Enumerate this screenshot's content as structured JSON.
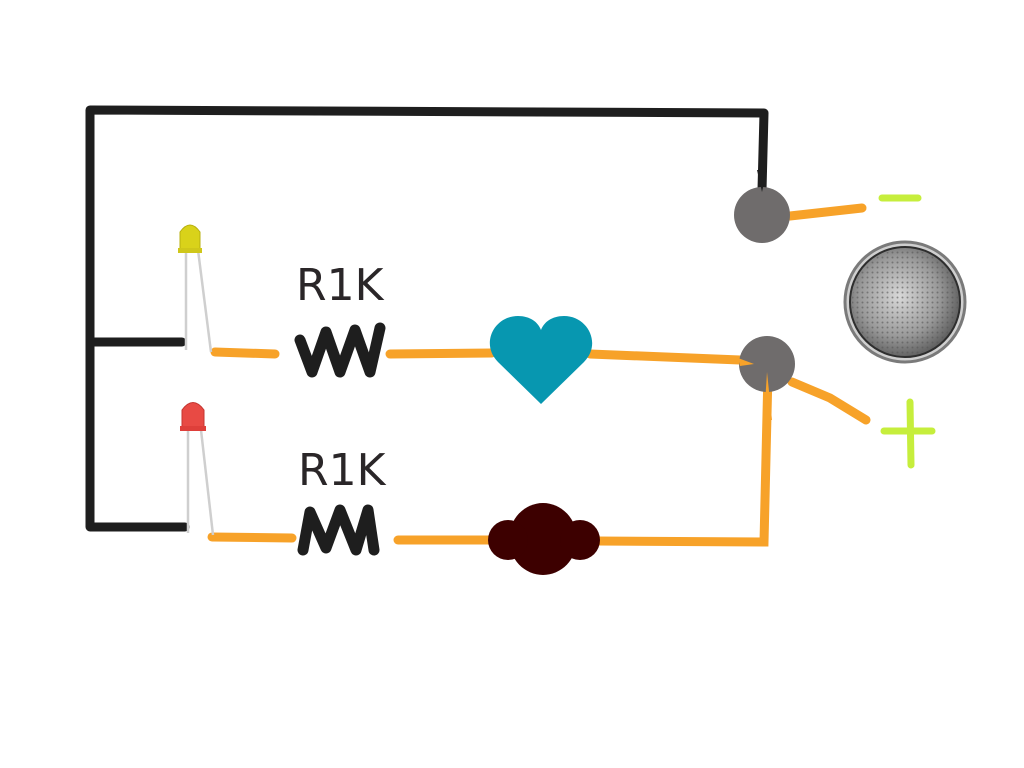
{
  "diagram": {
    "type": "hand-drawn circuit sketch",
    "colors": {
      "ground_wire": "#1e1e1e",
      "wire": "#f7a229",
      "terminal": "#6f6c6c",
      "polarity": "#c6ee3c",
      "heart": "#0797b0",
      "blob": "#3d0000",
      "led_yellow": "#d9d21a",
      "led_red": "#e84a44"
    },
    "resistors": [
      {
        "label": "R1K"
      },
      {
        "label": "R1K"
      }
    ],
    "leds": [
      {
        "color": "yellow"
      },
      {
        "color": "red"
      }
    ],
    "battery": {
      "type": "coin cell",
      "terminals": [
        {
          "symbol": "-"
        },
        {
          "symbol": "+"
        }
      ]
    },
    "icons": {
      "heart": "heart-shape-component",
      "blob": "cloud-shape-component"
    }
  }
}
